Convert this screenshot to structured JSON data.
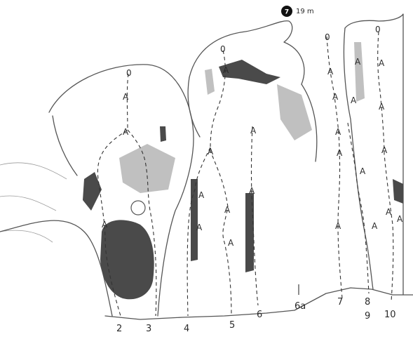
{
  "route_numbers": [
    "2",
    "3",
    "4",
    "5",
    "6",
    "6a",
    "7",
    "8",
    "9",
    "10"
  ],
  "badge": {
    "number": "7",
    "height": "19 m"
  },
  "mark_labels": {
    "anchor": "A",
    "top": "0"
  },
  "icons": {
    "rock_face": "rock-face-drawing"
  }
}
